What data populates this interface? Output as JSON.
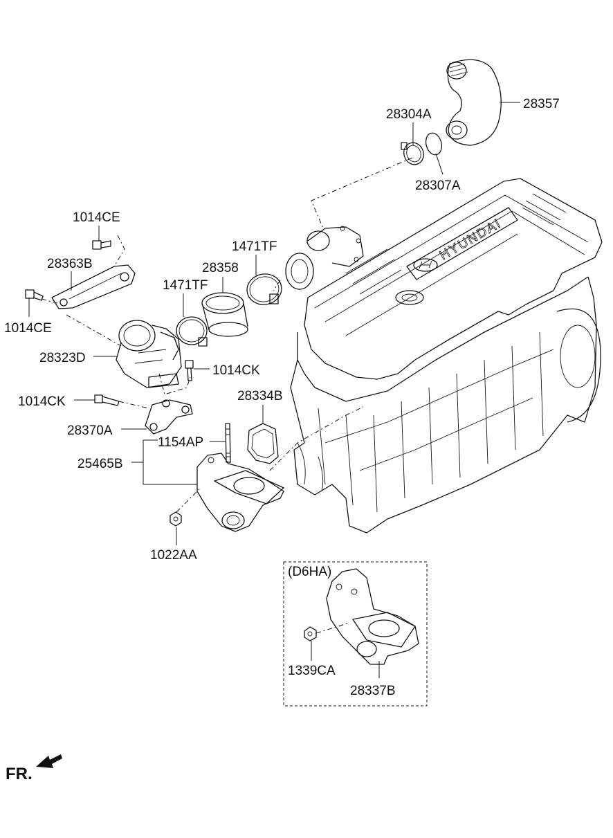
{
  "labels": {
    "p28357": "28357",
    "p28304A": "28304A",
    "p28307A": "28307A",
    "p1014CE_top": "1014CE",
    "p28363B": "28363B",
    "p1014CE_bot": "1014CE",
    "p1471TF_upper": "1471TF",
    "p28358": "28358",
    "p1471TF_lower": "1471TF",
    "p28323D": "28323D",
    "p1014CK_right": "1014CK",
    "p28334B": "28334B",
    "p1014CK_left": "1014CK",
    "p28370A": "28370A",
    "p1154AP": "1154AP",
    "p25465B": "25465B",
    "p1022AA": "1022AA",
    "variant": "(D6HA)",
    "p1339CA": "1339CA",
    "p28337B": "28337B",
    "front": "FR."
  },
  "engine_logo": "HYUNDAI"
}
